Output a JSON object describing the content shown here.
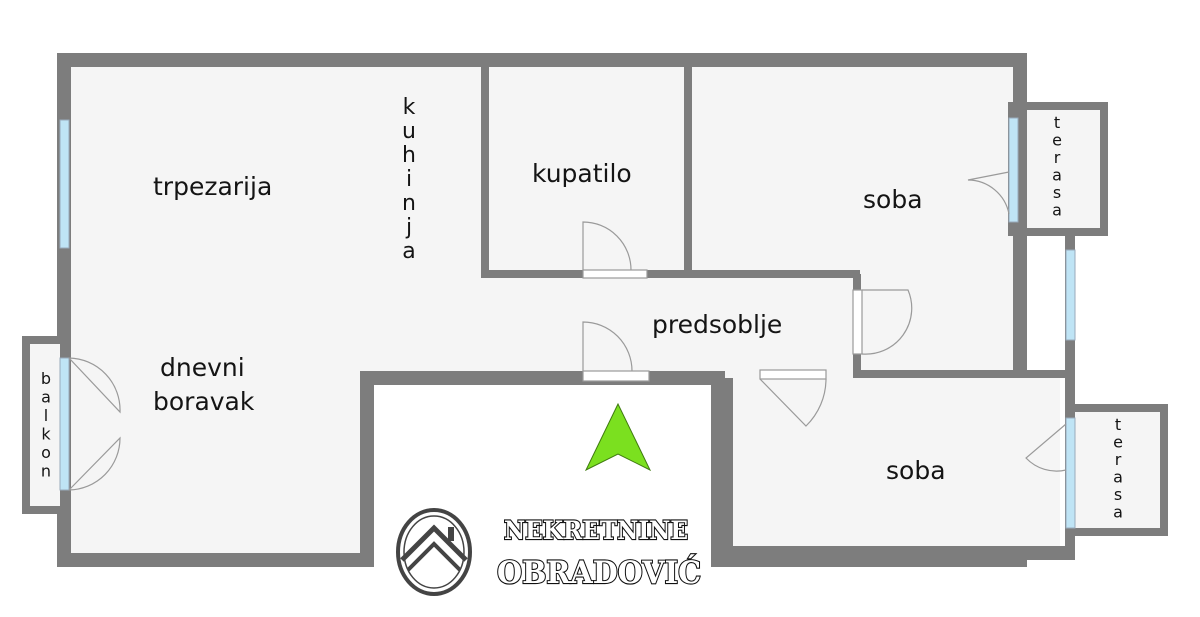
{
  "rooms": {
    "trpezarija": "trpezarija",
    "kuhinja": "kuhinja",
    "kupatilo": "kupatilo",
    "soba_top": "soba",
    "soba_bottom": "soba",
    "predsoblje": "predsoblje",
    "dnevni": "dnevni",
    "boravak": "boravak",
    "balkon": "balkon",
    "terasa_top": "terasa",
    "terasa_bottom": "terasa"
  },
  "logo": {
    "line1": "NEKRETNINE",
    "line2": "OBRADOVIĆ"
  },
  "colors": {
    "wall": "#7d7d7d",
    "floor": "#f5f5f5",
    "window": "#bfe4f5",
    "compass": "#7be01f"
  },
  "icons": {
    "compass": "north-arrow-icon",
    "logo": "house-logo-icon"
  }
}
